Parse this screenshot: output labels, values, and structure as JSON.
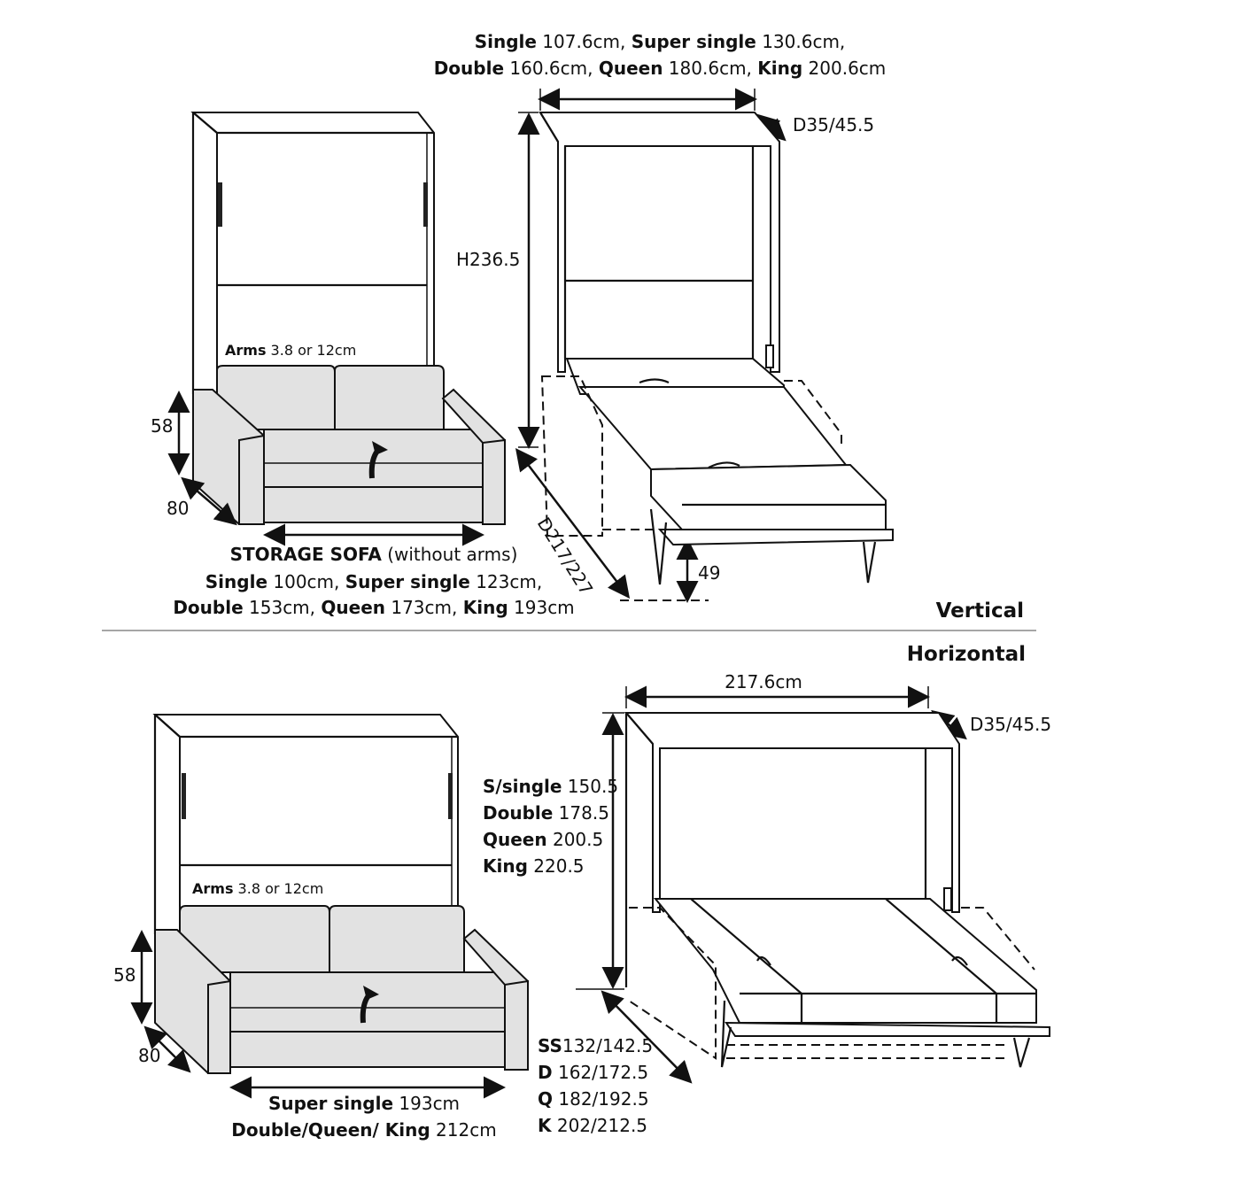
{
  "vertical": {
    "section_label": "Vertical",
    "cabinet_width": {
      "line1": [
        {
          "bold": "Single",
          "text": " 107.6cm, "
        },
        {
          "bold": "Super single",
          "text": " 130.6cm,"
        }
      ],
      "line2": [
        {
          "bold": "Double",
          "text": " 160.6cm, "
        },
        {
          "bold": "Queen",
          "text": " 180.6cm, "
        },
        {
          "bold": "King",
          "text": " 200.6cm"
        }
      ]
    },
    "depth": "D35/45.5",
    "height": "H236.5",
    "arms": {
      "bold": "Arms",
      "text": " 3.8 or 12cm"
    },
    "sofa_height": "58",
    "sofa_depth": "80",
    "open_depth": "D217/227",
    "bed_height": "49",
    "sofa_width": {
      "line1": [
        {
          "bold": "STORAGE SOFA",
          "text": " (without arms)"
        }
      ],
      "line2": [
        {
          "bold": "Single",
          "text": " 100cm, "
        },
        {
          "bold": "Super single",
          "text": " 123cm,"
        }
      ],
      "line3": [
        {
          "bold": "Double",
          "text": " 153cm, "
        },
        {
          "bold": "Queen",
          "text": " 173cm, "
        },
        {
          "bold": "King",
          "text": " 193cm"
        }
      ]
    }
  },
  "horizontal": {
    "section_label": "Horizontal",
    "cabinet_width": "217.6cm",
    "depth": "D35/45.5",
    "heights": [
      {
        "bold": "S/single",
        "text": " 150.5"
      },
      {
        "bold": "Double",
        "text": " 178.5"
      },
      {
        "bold": "Queen",
        "text": " 200.5"
      },
      {
        "bold": "King",
        "text": " 220.5"
      }
    ],
    "arms": {
      "bold": "Arms",
      "text": " 3.8 or 12cm"
    },
    "sofa_height": "58",
    "sofa_depth": "80",
    "open_depths": [
      {
        "bold": "SS",
        "text": "132/142.5"
      },
      {
        "bold": "D",
        "text": " 162/172.5"
      },
      {
        "bold": "Q",
        "text": " 182/192.5"
      },
      {
        "bold": "K",
        "text": " 202/212.5"
      }
    ],
    "sofa_width": {
      "line1": [
        {
          "bold": "Super single",
          "text": " 193cm"
        }
      ],
      "line2": [
        {
          "bold": "Double/Queen/ King",
          "text": " 212cm"
        }
      ]
    }
  }
}
